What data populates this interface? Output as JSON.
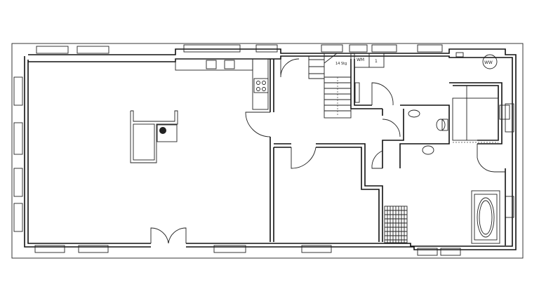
{
  "plan": {
    "labels": {
      "washing_machine": "WM",
      "counter_number": "1",
      "boiler": "WW",
      "stairs": "14 Stg"
    },
    "colors": {
      "line": "#111111",
      "background": "#ffffff"
    }
  }
}
